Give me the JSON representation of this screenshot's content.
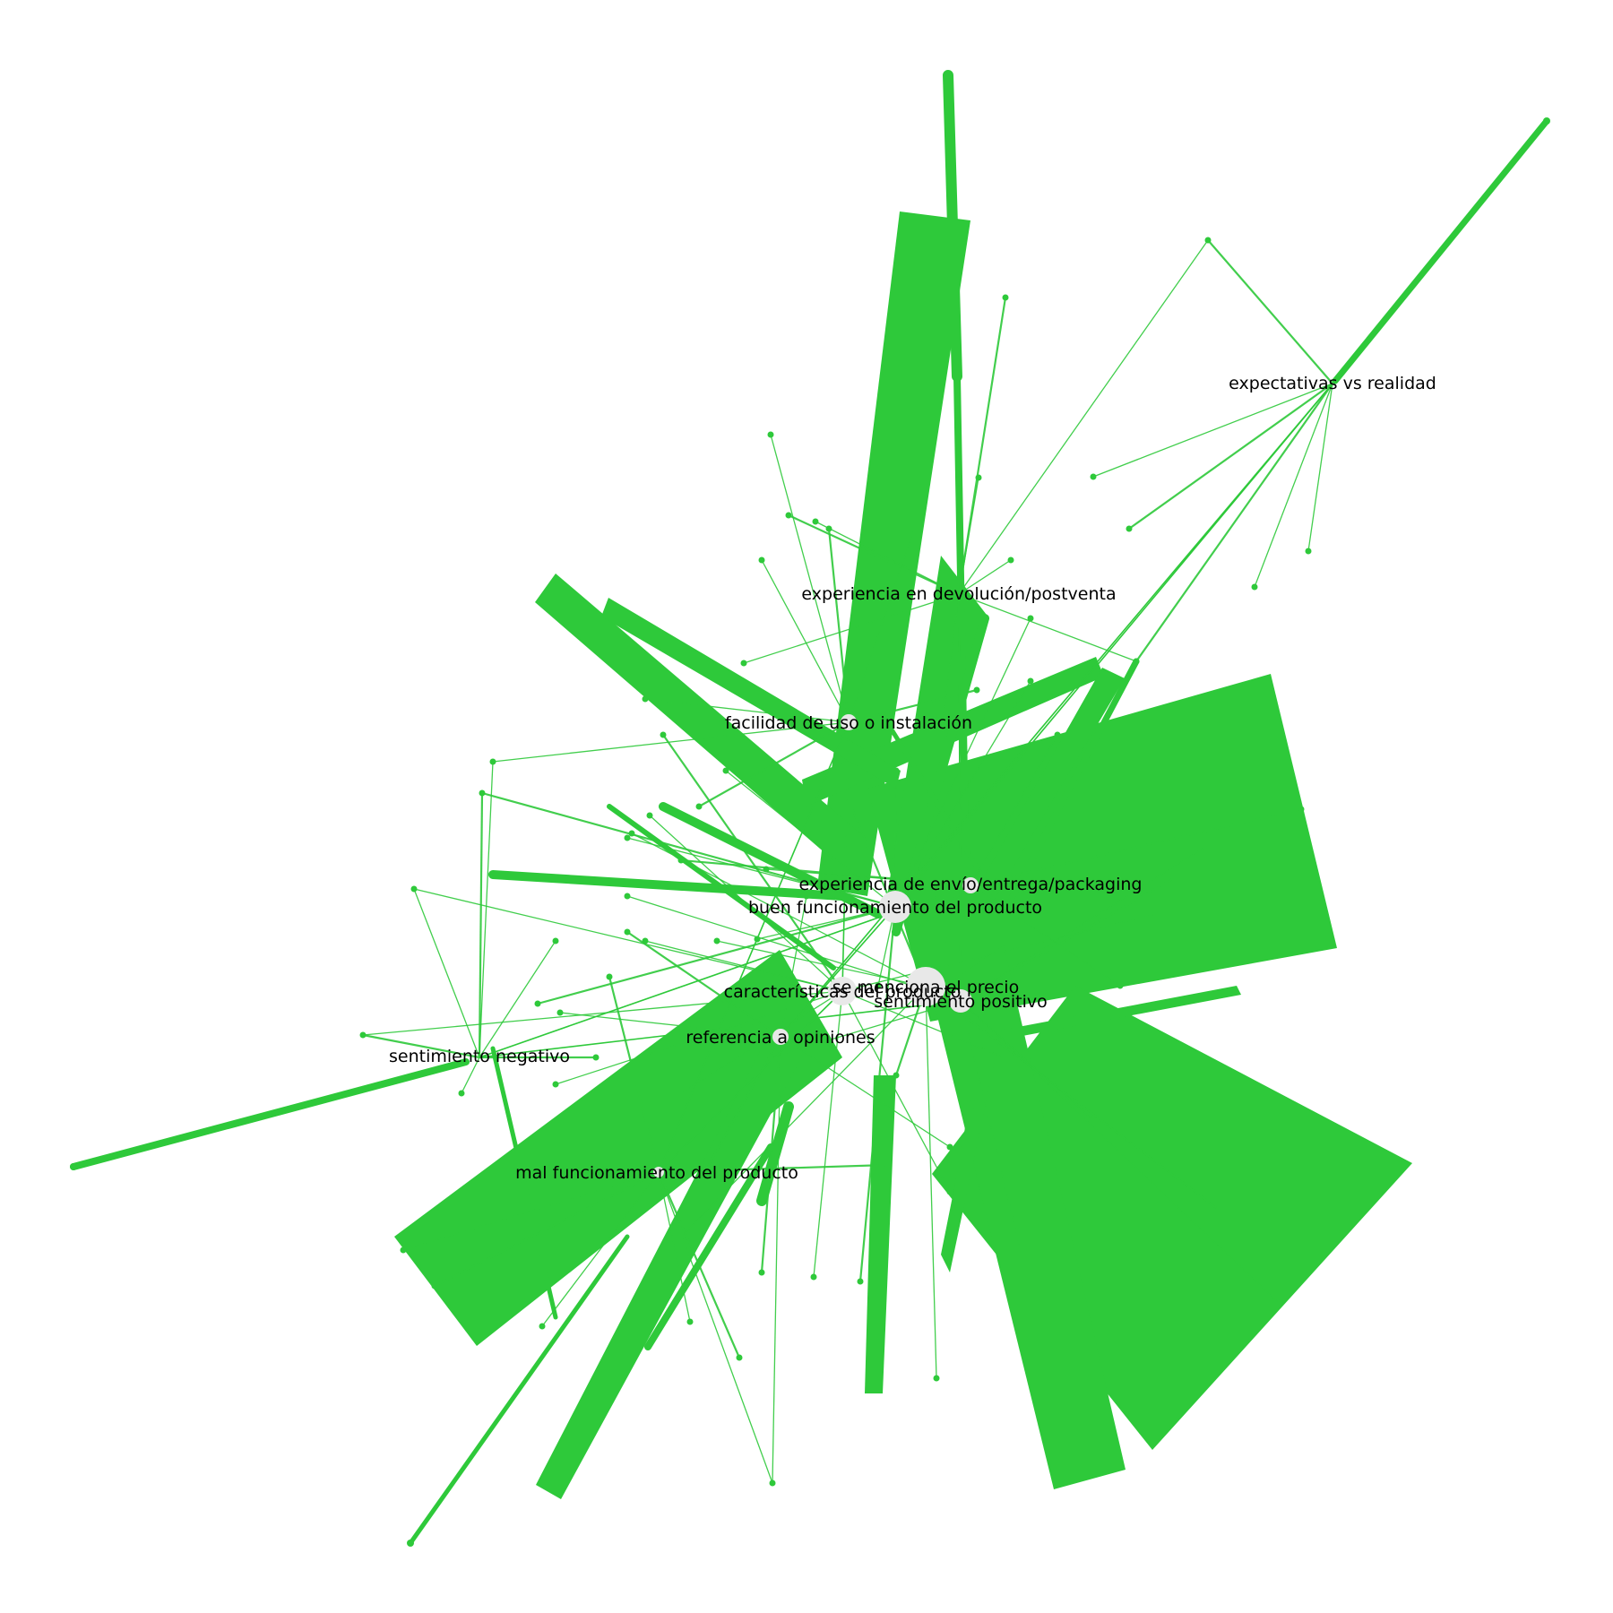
{
  "colors": {
    "edge": "#2ec93a",
    "hub": "#e8e8e8",
    "dot": "#2ec93a",
    "label": "#000000",
    "background": "#ffffff"
  },
  "labels": {
    "l_exp": "expectativas vs realidad",
    "l_dev": "experiencia en devolución/postventa",
    "l_fac": "facilidad de uso o instalación",
    "l_env": "experiencia de envío/entrega/packaging",
    "l_buen": "buen funcionamiento del producto",
    "l_precio": "se menciona el precio",
    "l_car": "características del producto",
    "l_pos": "sentimiento positivo",
    "l_ref": "referencia a opiniones",
    "l_neg": "sentimiento negativo",
    "l_mal": "mal funcionamiento del producto"
  }
}
